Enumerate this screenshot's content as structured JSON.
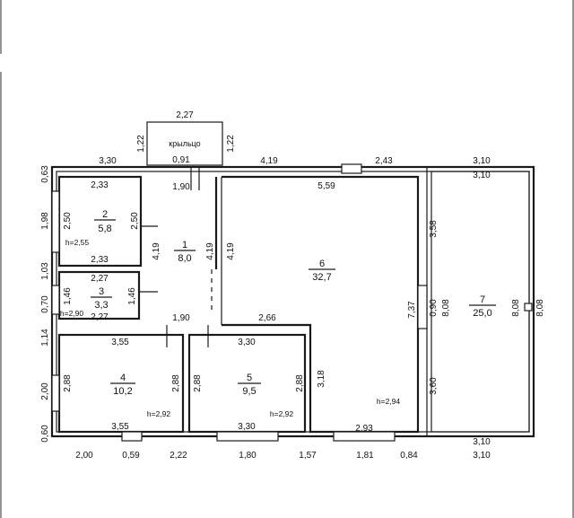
{
  "porch": {
    "label": "крыльцо",
    "top": "2,27",
    "left": "1,22",
    "right": "1,22",
    "door": "0,91"
  },
  "rooms": [
    {
      "id": "1",
      "number": "1",
      "area": "8,0"
    },
    {
      "id": "2",
      "number": "2",
      "area": "5,8",
      "height": "h=2,55"
    },
    {
      "id": "3",
      "number": "3",
      "area": "3,3",
      "height": "h=2,90"
    },
    {
      "id": "4",
      "number": "4",
      "area": "10,2",
      "height": "h=2,92"
    },
    {
      "id": "5",
      "number": "5",
      "area": "9,5",
      "height": "h=2,92"
    },
    {
      "id": "6",
      "number": "6",
      "area": "32,7",
      "height": "h=2,94"
    },
    {
      "id": "7",
      "number": "7",
      "area": "25,0"
    }
  ],
  "dims": {
    "top_outer": [
      "3,30",
      "4,19",
      "2,43",
      "3,10"
    ],
    "top_inner_7": "3,10",
    "bottom_outer": [
      "2,00",
      "0,59",
      "2,22",
      "1,80",
      "1,57",
      "1,81",
      "0,84",
      "3,10"
    ],
    "bottom_inner_7": "3,10",
    "left_outer": [
      "0,63",
      "1,98",
      "1,03",
      "0,70",
      "1,14",
      "2,00",
      "0,60"
    ],
    "r2_top": "2,33",
    "r2_bottom": "2,33",
    "r2_left": "2,50",
    "r2_right": "2,50",
    "r3_top": "2,27",
    "r3_bottom": "2,27",
    "r3_left": "1,46",
    "r3_right": "1,46",
    "r1_top": "1,90",
    "r1_bottom": "1,90",
    "r1_left": "4,19",
    "r1_right": "4,19",
    "r1_right2": "4,19",
    "r4_top": "3,55",
    "r4_bottom": "3,55",
    "r4_left": "2,88",
    "r4_right": "2,88",
    "r5_top": "3,30",
    "r5_bottom": "3,30",
    "r5_left": "2,88",
    "r5_right": "2,88",
    "r6_top": "5,59",
    "r6_mid": "2,66",
    "r6_bottom": "2,93",
    "r6_left": "3,18",
    "r6_right": "7,37",
    "r7_top_seg": "3,58",
    "r7_mid_seg": "0,90",
    "r7_bottom_seg": "3,60",
    "r7_left": "8,08",
    "r7_right": "8,08",
    "r7_outer": "8,08"
  }
}
